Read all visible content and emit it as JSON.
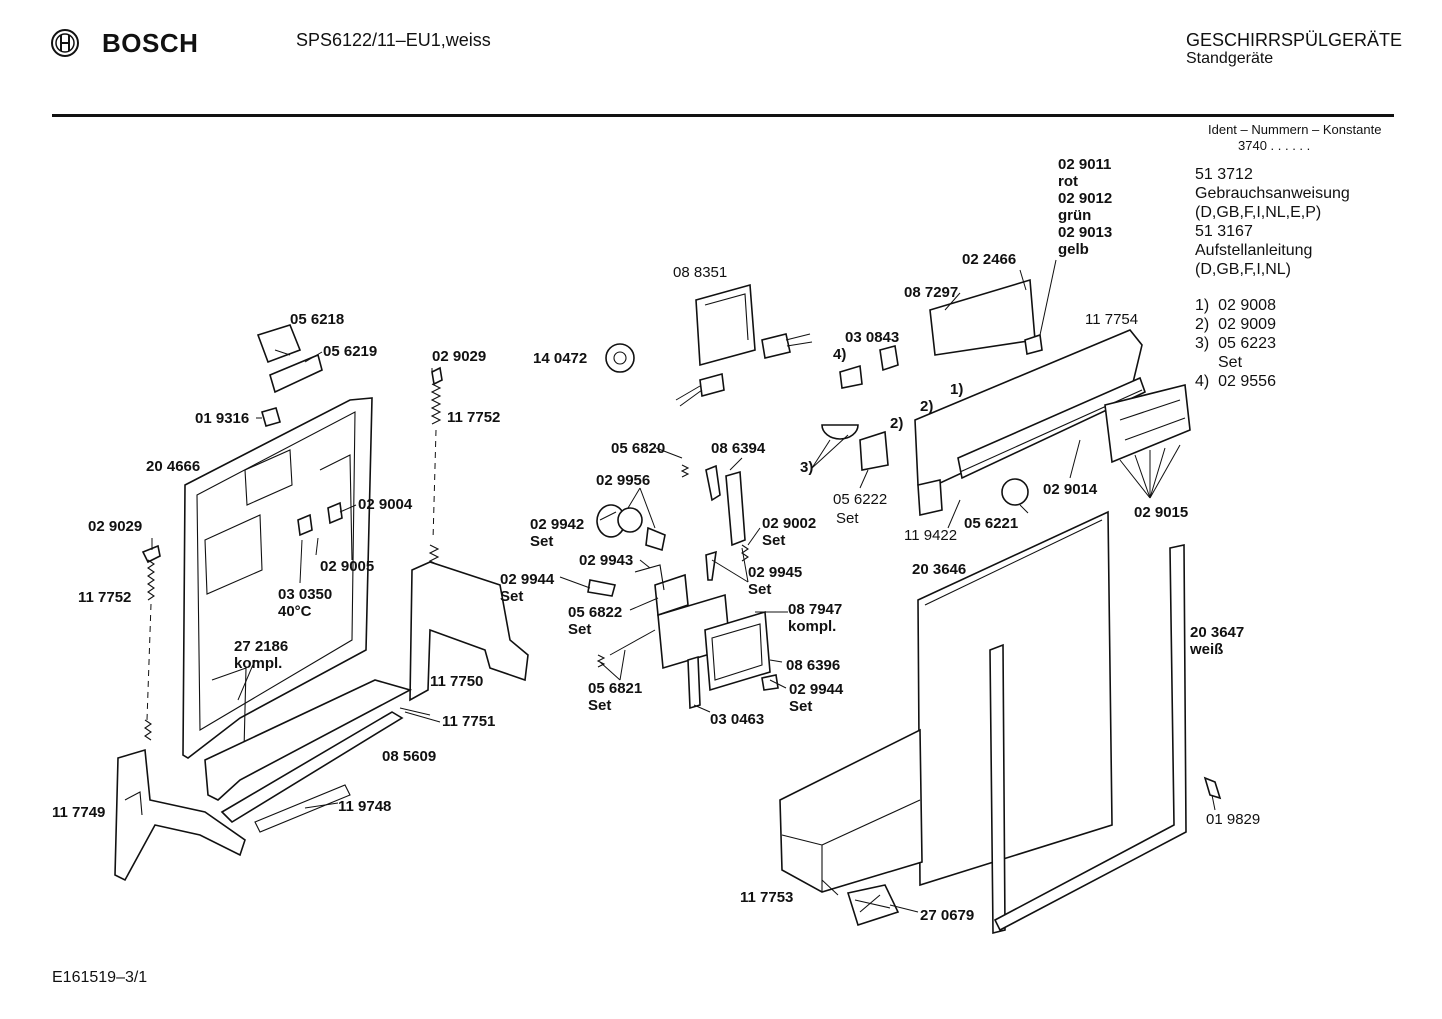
{
  "header": {
    "brand": "BOSCH",
    "model": "SPS6122/11–EU1,weiss",
    "category": "GESCHIRRSPÜLGERÄTE",
    "subcategory": "Standgeräte"
  },
  "ident": {
    "title": "Ident – Nummern – Konstante",
    "value": "3740  .  .  .  .  .  ."
  },
  "documents": [
    "51 3712",
    "Gebrauchsanweisung",
    "(D,GB,F,I,NL,E,P)",
    "51 3167",
    "Aufstellanleitung",
    "(D,GB,F,I,NL)"
  ],
  "footnotes": [
    {
      "num": "1)",
      "code": "02 9008",
      "extra": ""
    },
    {
      "num": "2)",
      "code": "02 9009",
      "extra": ""
    },
    {
      "num": "3)",
      "code": "05 6223",
      "extra": "Set"
    },
    {
      "num": "4)",
      "code": "02 9556",
      "extra": ""
    }
  ],
  "labels": {
    "l_029011": "02 9011",
    "l_rot": "rot",
    "l_029012": "02 9012",
    "l_gruen": "grün",
    "l_029013": "02 9013",
    "l_gelb": "gelb",
    "l_022466": "02 2466",
    "l_087297": "08 7297",
    "l_117754": "11 7754",
    "l_088351": "08 8351",
    "l_140472": "14 0472",
    "l_030843": "03 0843",
    "l_n4": "4)",
    "l_n1": "1)",
    "l_n2a": "2)",
    "l_n2b": "2)",
    "l_n3": "3)",
    "l_056218": "05 6218",
    "l_056219": "05 6219",
    "l_029029a": "02 9029",
    "l_117752a": "11 7752",
    "l_019316": "01 9316",
    "l_204666": "20 4666",
    "l_029004": "02 9004",
    "l_029005": "02 9005",
    "l_030350": "03 0350",
    "l_40c": "40°C",
    "l_029029b": "02 9029",
    "l_117752b": "11 7752",
    "l_272186": "27 2186",
    "l_kompl1": "kompl.",
    "l_117750": "11 7750",
    "l_117751": "11 7751",
    "l_085609": "08 5609",
    "l_117749": "11 7749",
    "l_119748": "11 9748",
    "l_056820": "05 6820",
    "l_086394": "08 6394",
    "l_029956": "02 9956",
    "l_029942": "02 9942",
    "l_set1": "Set",
    "l_029002": "02 9002",
    "l_set2": "Set",
    "l_029943": "02 9943",
    "l_029945": "02 9945",
    "l_set3": "Set",
    "l_029944a": "02 9944",
    "l_set4": "Set",
    "l_056822": "05 6822",
    "l_set5": "Set",
    "l_087947": "08 7947",
    "l_kompl2": "kompl.",
    "l_086396": "08 6396",
    "l_056821": "05 6821",
    "l_set6": "Set",
    "l_029944b": "02 9944",
    "l_set7": "Set",
    "l_030463": "03 0463",
    "l_056222": "05 6222",
    "l_set8": "Set",
    "l_119422": "11 9422",
    "l_056221": "05 6221",
    "l_029014": "02 9014",
    "l_029015": "02 9015",
    "l_203646": "20 3646",
    "l_203647": "20 3647",
    "l_weiss": "weiß",
    "l_019829": "01 9829",
    "l_117753": "11 7753",
    "l_270679": "27 0679"
  },
  "footer": {
    "drawing_id": "E161519–3/1"
  }
}
